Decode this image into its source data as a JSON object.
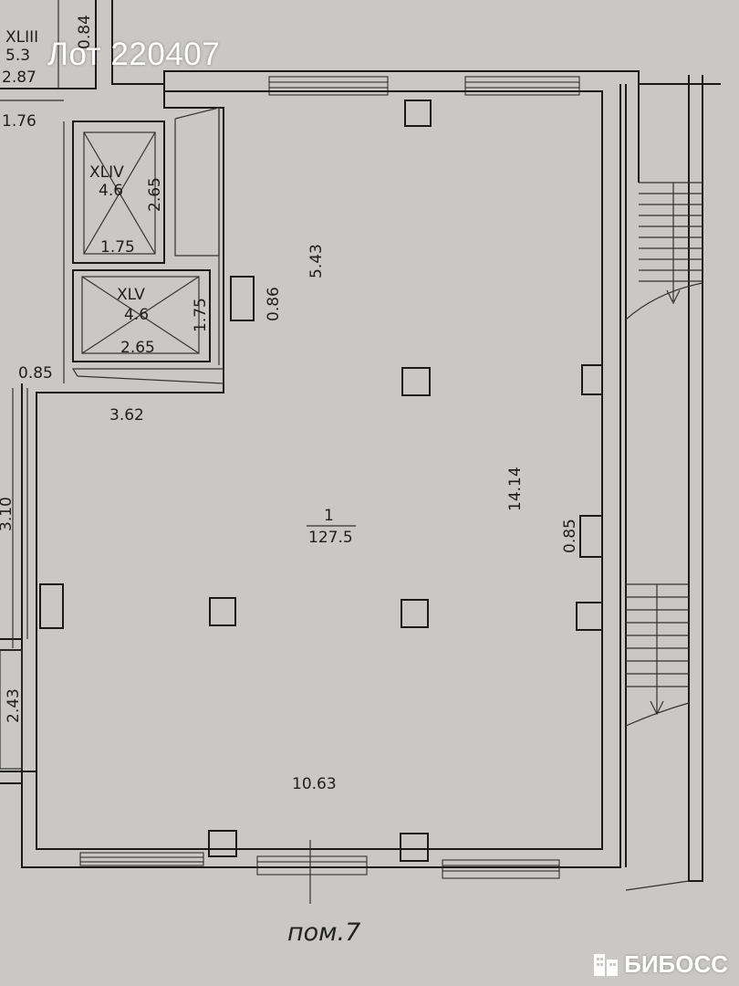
{
  "header": {
    "lot_title": "Лот 220407"
  },
  "plan": {
    "room_number": "1",
    "room_area": "127.5",
    "caption": "пом.7",
    "dimensions": {
      "top_left_a": "XLIII",
      "top_left_b": "5.3",
      "top_left_c": "2.87",
      "top_left_d": "0.84",
      "top_left_e": "1.76",
      "height_main": "5.43",
      "depth_main": "14.14",
      "width_main": "10.63",
      "corridor_width": "3.62",
      "niche_top": "0.86",
      "niche_right": "0.85",
      "left_gap": "0.85",
      "left_small": "2.43",
      "left_cut": "3.10",
      "shaft1_name": "XLIV",
      "shaft1_area": "4.6",
      "shaft1_h": "2.65",
      "shaft1_w": "1.75",
      "shaft2_name": "XLV",
      "shaft2_area": "4.6",
      "shaft2_h": "1.75",
      "shaft2_w": "2.65"
    }
  },
  "watermark": {
    "brand": "БИБОСС",
    "icon": "building-icon"
  }
}
